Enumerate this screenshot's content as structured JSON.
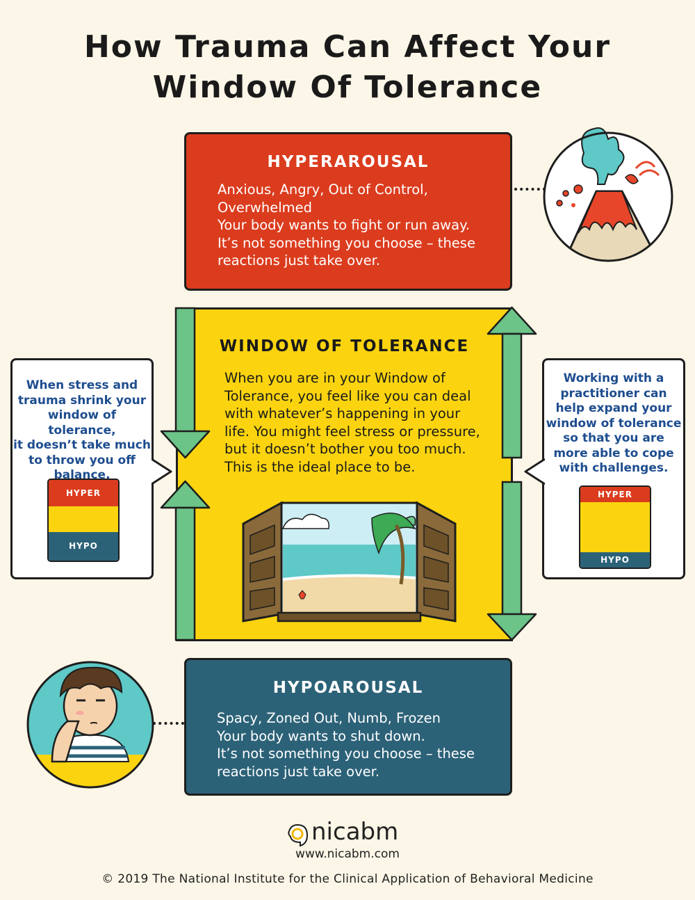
{
  "title": {
    "line1": "How Trauma Can Affect Your",
    "line2": "Window Of Tolerance"
  },
  "hyperarousal": {
    "heading": "HYPERAROUSAL",
    "body": "Anxious, Angry, Out of Control,\nOverwhelmed\nYour body wants to fight or run away.\nIt’s not something you choose – these\nreactions just take over."
  },
  "window": {
    "heading": "WINDOW OF TOLERANCE",
    "body": "When you are in your Window of\nTolerance, you feel like you can deal\nwith whatever’s happening in your\nlife.  You might feel stress or pressure,\nbut it doesn’t bother you too much.\nThis is the ideal place to be."
  },
  "hypoarousal": {
    "heading": "HYPOAROUSAL",
    "body": "Spacy, Zoned Out, Numb, Frozen\nYour body wants to shut down.\nIt’s not something you choose – these\nreactions just take over."
  },
  "left_note": {
    "text": "When stress and\ntrauma shrink your\nwindow of tolerance,\nit doesn’t take much\nto throw you off\nbalance.",
    "mini_hyper": "HYPER",
    "mini_hypo": "HYPO"
  },
  "right_note": {
    "text": "Working with a\npractitioner can\nhelp expand your\nwindow of tolerance\nso that you are\nmore able to cope\nwith challenges.",
    "mini_hyper": "HYPER",
    "mini_hypo": "HYPO"
  },
  "footer": {
    "logo": "nicabm",
    "url": "www.nicabm.com",
    "copyright": "© 2019 The National Institute for the Clinical Application of Behavioral Medicine"
  },
  "colors": {
    "background": "#fbf6e7",
    "hyper": "#db3c1e",
    "window": "#fbd40f",
    "hypo": "#2c6278",
    "arrow": "#6cc489",
    "note_text": "#1e4d8f"
  },
  "icons": [
    "volcano-icon",
    "bored-person-icon",
    "beach-window-icon",
    "nicabm-logo-icon"
  ]
}
